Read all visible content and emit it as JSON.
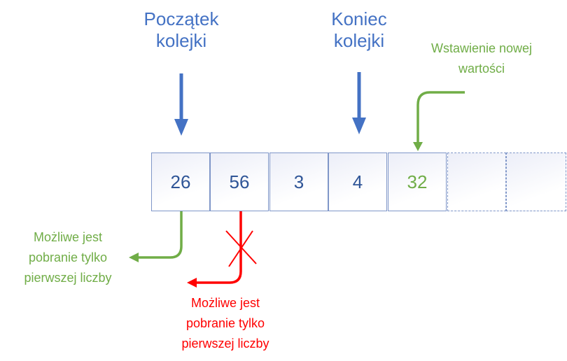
{
  "labels": {
    "head": [
      "Początek",
      "kolejki"
    ],
    "tail": [
      "Koniec",
      "kolejki"
    ],
    "insert": [
      "Wstawienie nowej",
      "wartości"
    ],
    "dequeue_ok": [
      "Możliwe jest",
      "pobranie tylko",
      "pierwszej liczby"
    ],
    "dequeue_bad": [
      "Możliwe jest",
      "pobranie tylko",
      "pierwszej liczby"
    ]
  },
  "queue": [
    "26",
    "56",
    "3",
    "4",
    "32",
    "",
    ""
  ],
  "colors": {
    "blue": "#4472c4",
    "green": "#70ad47",
    "red": "#ff0000"
  }
}
